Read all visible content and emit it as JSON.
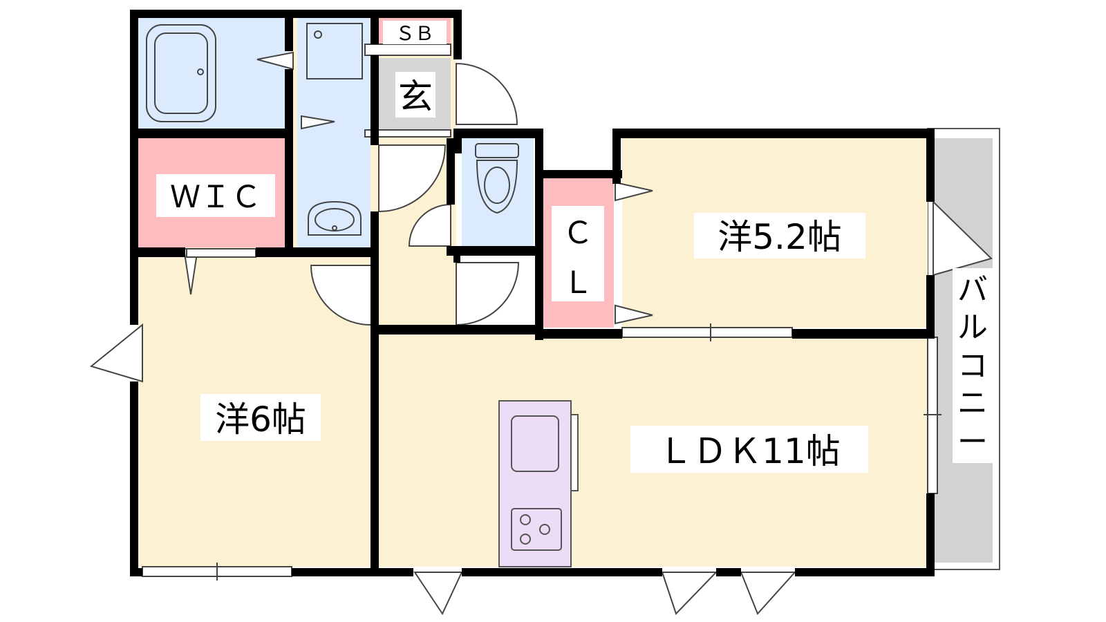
{
  "rooms": {
    "sb": "ＳＢ",
    "genkan": "玄",
    "wic": "ＷＩＣ",
    "closet_c": "Ｃ",
    "closet_l": "Ｌ",
    "western_52": "洋5.2帖",
    "western_6": "洋6帖",
    "ldk": "ＬＤＫ11帖",
    "balcony": [
      "バ",
      "ル",
      "コ",
      "ニ",
      "ー"
    ]
  },
  "colors": {
    "wall": "#000000",
    "floor_room": "#fdf1d3",
    "wet_area": "#dbeafc",
    "storage": "#fcbcc0",
    "entrance": "#d6d6d6",
    "kitchen": "#ecdcf6",
    "balcony": "#d2d2d2"
  }
}
